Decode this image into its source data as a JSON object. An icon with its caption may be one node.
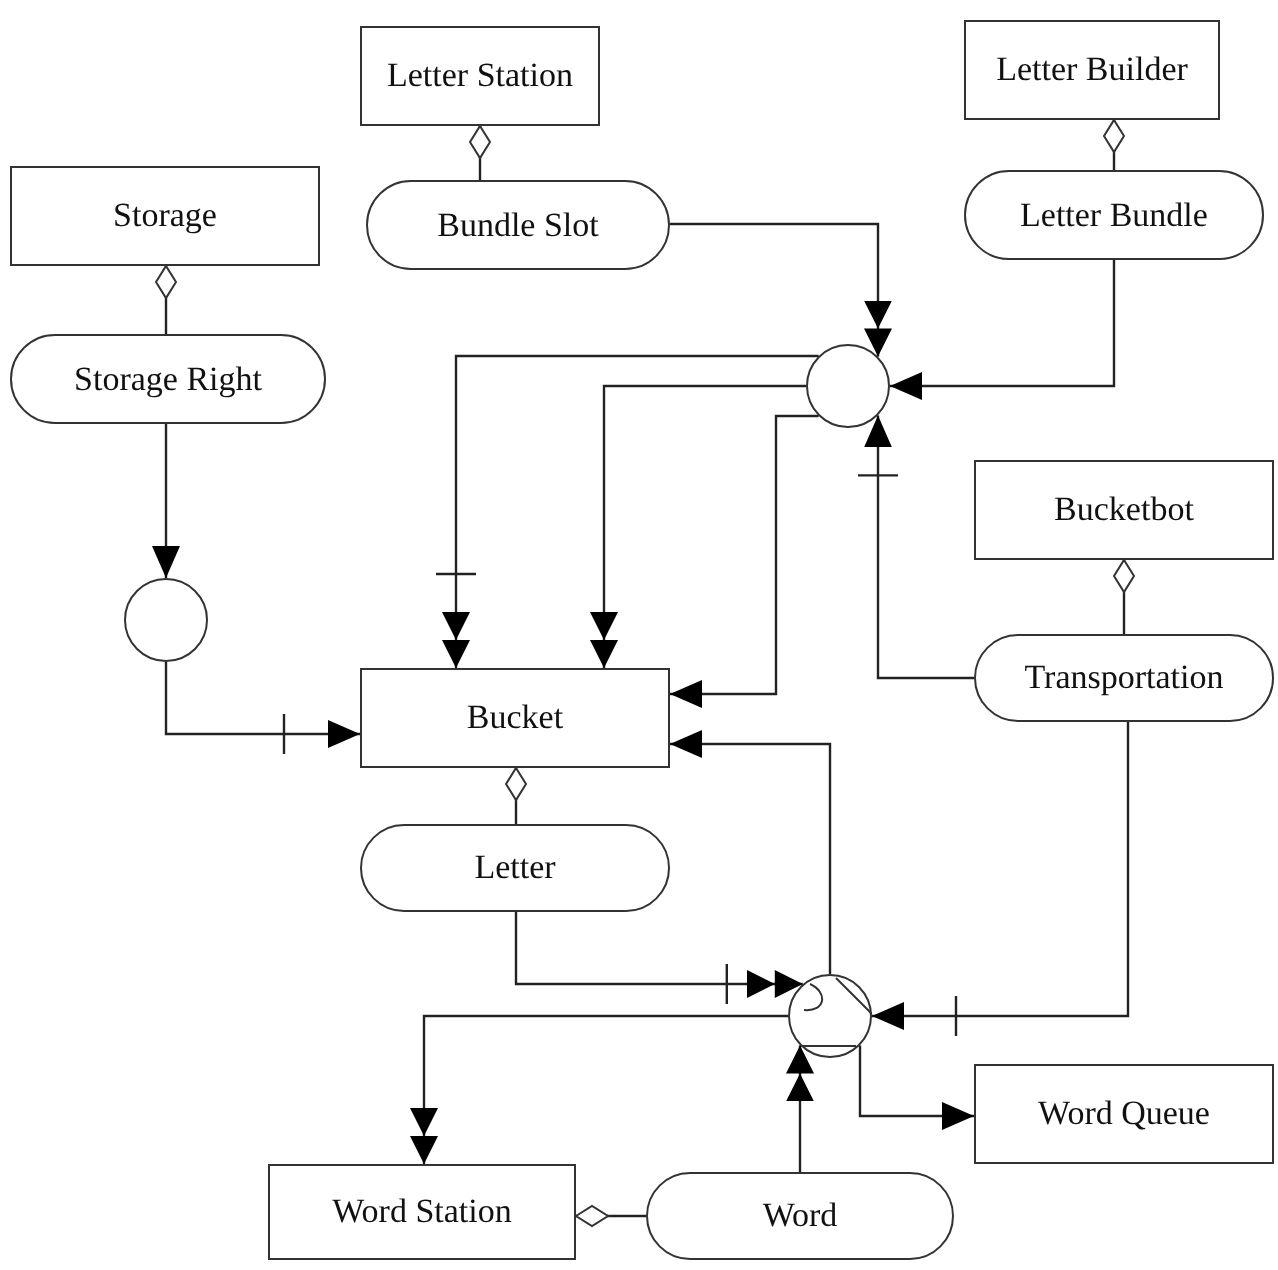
{
  "diagram": {
    "nodes": [
      {
        "text": [
          "Letter Station"
        ]
      },
      {
        "text": [
          "Letter Builder"
        ]
      },
      {
        "text": [
          "Storage"
        ]
      },
      {
        "text": [
          "Bundle Slot"
        ]
      },
      {
        "text": [
          "Letter Bundle"
        ]
      },
      {
        "text": [
          "Storage Right"
        ]
      },
      {
        "text": [],
        "shape": "circle"
      },
      {
        "text": [
          "Bucketbot"
        ]
      },
      {
        "text": [],
        "shape": "circle"
      },
      {
        "text": [
          "Bucket"
        ]
      },
      {
        "text": [
          "Transportation"
        ]
      },
      {
        "text": [
          "Letter"
        ]
      },
      {
        "text": [],
        "shape": "circle"
      },
      {
        "text": [
          "Word Queue"
        ]
      },
      {
        "text": [
          "Word Station"
        ]
      },
      {
        "text": [
          "Word"
        ]
      }
    ],
    "edges": [
      {
        "from": 0,
        "to": 3,
        "arrow": "other"
      },
      {
        "from": 1,
        "to": 4,
        "arrow": "other"
      },
      {
        "from": 2,
        "to": 5,
        "arrow": "other"
      },
      {
        "from": 7,
        "to": 10,
        "arrow": "other"
      },
      {
        "from": 9,
        "to": 11,
        "arrow": "other"
      },
      {
        "from": 14,
        "to": 15,
        "arrow": "other"
      },
      {
        "from": 3,
        "to": 6,
        "arrow": "to"
      },
      {
        "from": 4,
        "to": 6,
        "arrow": "to"
      },
      {
        "from": 10,
        "to": 6,
        "arrow": "to"
      },
      {
        "from": 6,
        "to": 9,
        "arrow": "to"
      },
      {
        "from": 6,
        "to": 9,
        "arrow": "to"
      },
      {
        "from": 6,
        "to": 9,
        "arrow": "to"
      },
      {
        "from": 5,
        "to": 8,
        "arrow": "to"
      },
      {
        "from": 8,
        "to": 9,
        "arrow": "to"
      },
      {
        "from": 11,
        "to": 12,
        "arrow": "to"
      },
      {
        "from": 10,
        "to": 12,
        "arrow": "to"
      },
      {
        "from": 12,
        "to": 9,
        "arrow": "to"
      },
      {
        "from": 12,
        "to": 14,
        "arrow": "to"
      },
      {
        "from": 15,
        "to": 12,
        "arrow": "to"
      },
      {
        "from": 12,
        "to": 13,
        "arrow": "to"
      }
    ]
  }
}
